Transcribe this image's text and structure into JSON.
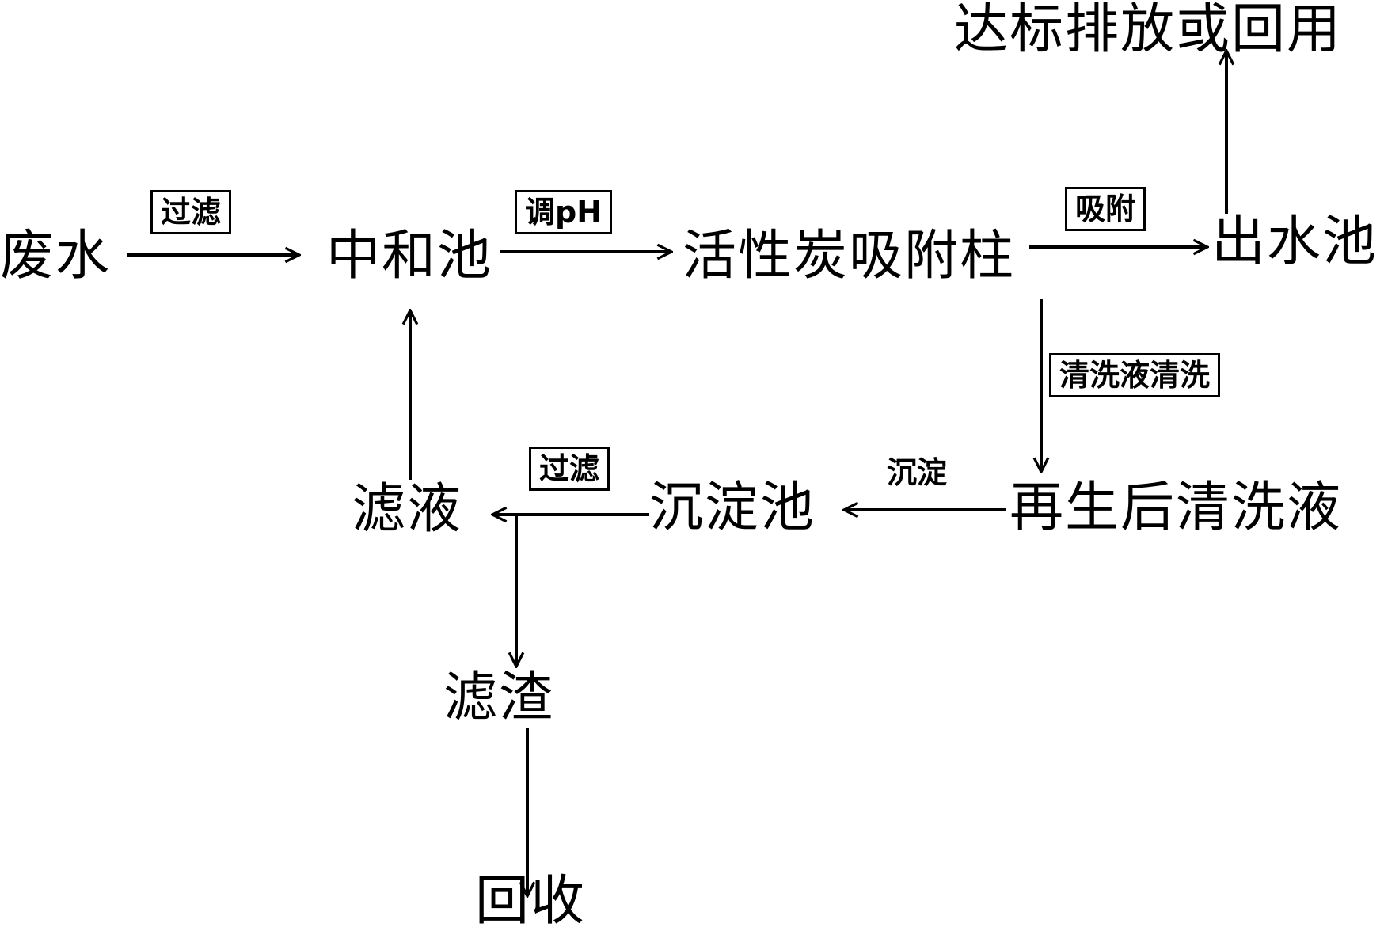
{
  "nodes": {
    "wastewater": "废水",
    "neutralization_tank": "中和池",
    "carbon_column": "活性炭吸附柱",
    "effluent_tank": "出水池",
    "discharge": "达标排放或回用",
    "regenerated_wash": "再生后清洗液",
    "sedimentation_tank": "沉淀池",
    "filtrate": "滤液",
    "filter_residue": "滤渣",
    "recovery": "回收"
  },
  "edge_labels": {
    "filter_1": "过滤",
    "adjust_ph": "调pH",
    "adsorption": "吸附",
    "wash": "清洗液清洗",
    "sedimentation": "沉淀",
    "filter_2": "过滤"
  },
  "colors": {
    "line": "#000000",
    "background": "#ffffff"
  }
}
